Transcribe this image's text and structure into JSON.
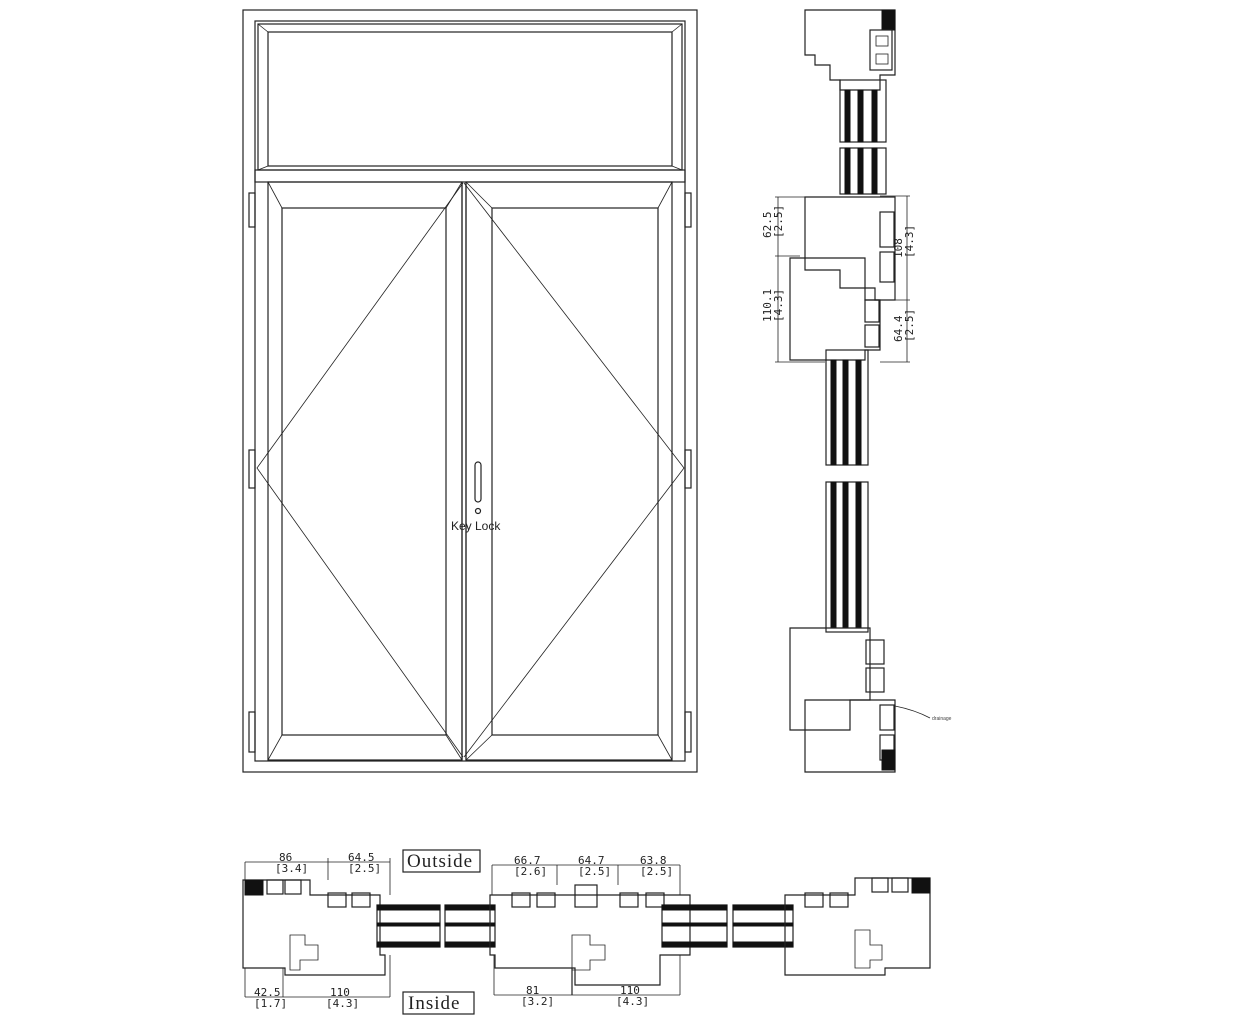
{
  "elevation": {
    "handle_label": "Key Lock"
  },
  "vertical_section": {
    "dimensions": [
      {
        "value": "62.5",
        "inch": "[2.5]"
      },
      {
        "value": "108",
        "inch": "[4.3]"
      },
      {
        "value": "110.1",
        "inch": "[4.3]"
      },
      {
        "value": "64.4",
        "inch": "[2.5]"
      }
    ],
    "drainage_label": "drainage"
  },
  "horizontal_section": {
    "outside_label": "Outside",
    "inside_label": "Inside",
    "top_dimensions": [
      {
        "value": "86",
        "inch": "[3.4]"
      },
      {
        "value": "64.5",
        "inch": "[2.5]"
      },
      {
        "value": "66.7",
        "inch": "[2.6]"
      },
      {
        "value": "64.7",
        "inch": "[2.5]"
      },
      {
        "value": "63.8",
        "inch": "[2.5]"
      }
    ],
    "bottom_dimensions": [
      {
        "value": "42.5",
        "inch": "[1.7]"
      },
      {
        "value": "110",
        "inch": "[4.3]"
      },
      {
        "value": "81",
        "inch": "[3.2]"
      },
      {
        "value": "110",
        "inch": "[4.3]"
      }
    ]
  }
}
